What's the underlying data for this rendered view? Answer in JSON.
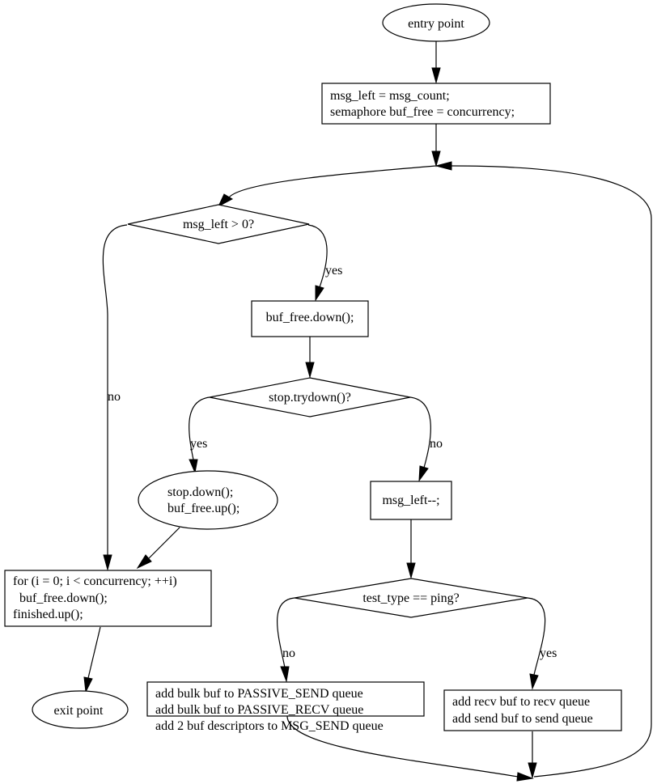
{
  "nodes": {
    "entry": {
      "lines": [
        "entry point"
      ]
    },
    "init": {
      "lines": [
        "msg_left = msg_count;",
        "semaphore buf_free = concurrency;"
      ]
    },
    "check_left": {
      "lines": [
        "msg_left > 0?"
      ]
    },
    "buf_down": {
      "lines": [
        "buf_free.down();"
      ]
    },
    "stop_try": {
      "lines": [
        "stop.trydown()?"
      ]
    },
    "stop_down": {
      "lines": [
        "stop.down();",
        "buf_free.up();"
      ]
    },
    "dec_left": {
      "lines": [
        "msg_left--;"
      ]
    },
    "finish_loop": {
      "lines": [
        "for (i = 0; i < concurrency; ++i)",
        "  buf_free.down();",
        "finished.up();"
      ]
    },
    "test_type": {
      "lines": [
        "test_type == ping?"
      ]
    },
    "exit": {
      "lines": [
        "exit point"
      ]
    },
    "add_bulk": {
      "lines": [
        "add bulk buf to PASSIVE_SEND queue",
        "add bulk buf to PASSIVE_RECV queue",
        "add 2 buf descriptors to MSG_SEND queue"
      ]
    },
    "add_recv": {
      "lines": [
        "add recv buf to recv queue",
        "add send buf to send queue"
      ]
    }
  },
  "edge_labels": {
    "check_yes": "yes",
    "check_no": "no",
    "stop_yes": "yes",
    "stop_no": "no",
    "type_no": "no",
    "type_yes": "yes"
  }
}
